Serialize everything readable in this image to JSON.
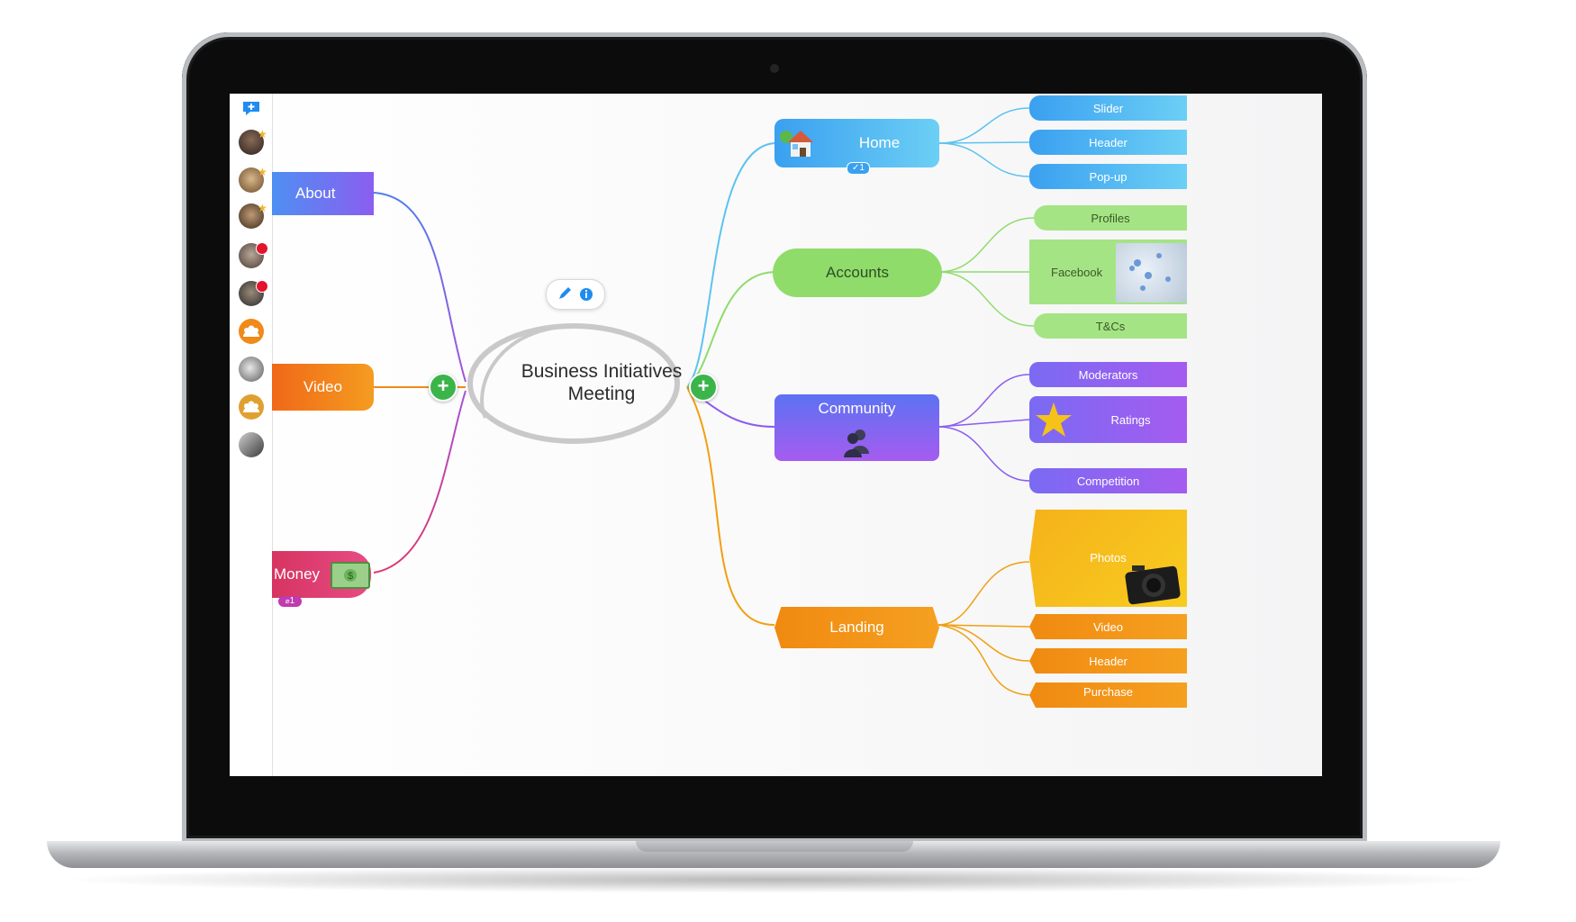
{
  "map": {
    "central_topic": {
      "line1": "Business Initiatives",
      "line2": "Meeting"
    },
    "left_topics": [
      {
        "label": "About"
      },
      {
        "label": "Video"
      },
      {
        "label": "Money",
        "attachment_count": "1"
      }
    ],
    "right_topics": {
      "home": {
        "label": "Home",
        "task_count": "1",
        "children": [
          "Slider",
          "Header",
          "Pop-up"
        ]
      },
      "accounts": {
        "label": "Accounts",
        "children": [
          "Profiles",
          "Facebook",
          "T&Cs"
        ]
      },
      "community": {
        "label": "Community",
        "children": [
          "Moderators",
          "Ratings",
          "Competition"
        ]
      },
      "landing": {
        "label": "Landing",
        "children": [
          "Photos",
          "Video",
          "Header",
          "Purchase"
        ]
      }
    }
  },
  "sidebar": {
    "icons": [
      "chat-add-icon"
    ],
    "collaborators": [
      {
        "badge": "star"
      },
      {
        "badge": "star"
      },
      {
        "badge": "star"
      },
      {
        "badge": "red"
      },
      {
        "badge": "red"
      },
      {
        "badge": "none"
      },
      {
        "badge": "none"
      },
      {
        "badge": "none"
      },
      {
        "badge": "none"
      }
    ]
  },
  "colors": {
    "about": "#4f7df2",
    "video": "#f08a18",
    "money": "#e0356e",
    "home": "#3aa8f0",
    "accounts": "#8fdc6b",
    "community": "#8a5cf0",
    "landing": "#f0a010",
    "plus": "#3bb54a"
  },
  "toolbar": {
    "icons": [
      "pencil-icon",
      "info-icon"
    ]
  }
}
